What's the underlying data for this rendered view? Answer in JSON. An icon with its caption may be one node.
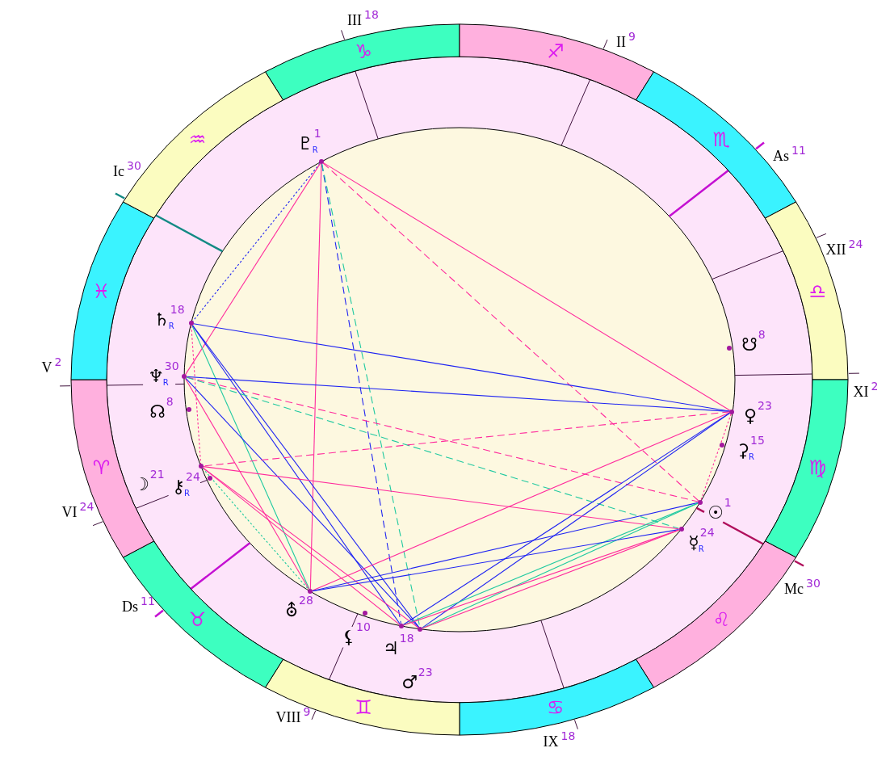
{
  "diagram": {
    "nodes": [
      {
        "text": [
          "♑"
        ]
      },
      {
        "text": [
          "♐"
        ]
      },
      {
        "text": [
          "♏"
        ]
      },
      {
        "text": [
          "♎"
        ]
      },
      {
        "text": [
          "♍"
        ]
      },
      {
        "text": [
          "♌"
        ]
      },
      {
        "text": [
          "♋"
        ]
      },
      {
        "text": [
          "♊"
        ]
      },
      {
        "text": [
          "♉"
        ]
      },
      {
        "text": [
          "♈"
        ]
      },
      {
        "text": [
          "♓"
        ]
      },
      {
        "text": [
          "♒"
        ]
      },
      {
        "text": [],
        "shape": "circle",
        "beside": [
          "♇",
          "1",
          "R"
        ]
      },
      {
        "text": [],
        "shape": "circle",
        "beside": [
          "♄",
          "18",
          "R"
        ]
      },
      {
        "text": [],
        "shape": "circle",
        "beside": [
          "☋",
          "8"
        ]
      },
      {
        "text": [],
        "shape": "circle",
        "beside": [
          "♆",
          "30",
          "R"
        ]
      },
      {
        "text": [],
        "shape": "circle",
        "beside": [
          "☊",
          "8"
        ]
      },
      {
        "text": [],
        "shape": "circle",
        "beside": [
          "♀",
          "23"
        ]
      },
      {
        "text": [],
        "shape": "circle",
        "beside": [
          "⚳",
          "15",
          "R"
        ]
      },
      {
        "text": [],
        "shape": "circle",
        "beside": [
          "☽",
          "21"
        ]
      },
      {
        "text": [],
        "shape": "circle",
        "beside": [
          "⚷",
          "24",
          "R"
        ]
      },
      {
        "text": [],
        "shape": "circle",
        "beside": [
          "☉",
          "1"
        ]
      },
      {
        "text": [],
        "shape": "circle",
        "beside": [
          "☿",
          "24",
          "R"
        ]
      },
      {
        "text": [],
        "shape": "circle",
        "beside": [
          "⛢",
          "28"
        ]
      },
      {
        "text": [],
        "shape": "circle",
        "beside": [
          "⚸",
          "10"
        ]
      },
      {
        "text": [],
        "shape": "circle",
        "beside": [
          "♃",
          "18"
        ]
      },
      {
        "text": [],
        "shape": "circle",
        "beside": [
          "♂",
          "23"
        ]
      }
    ],
    "edges": [
      {
        "from": 12,
        "to": 13,
        "arrow": "none",
        "style": "dashed",
        "color": "#1f24f2"
      },
      {
        "from": 12,
        "to": 15,
        "arrow": "none"
      },
      {
        "from": 12,
        "to": 17,
        "arrow": "none"
      },
      {
        "from": 12,
        "to": 21,
        "arrow": "none",
        "style": "dashed"
      },
      {
        "from": 12,
        "to": 23,
        "arrow": "none"
      },
      {
        "from": 12,
        "to": 25,
        "arrow": "none",
        "style": "dashed",
        "color": "#1f24f2"
      },
      {
        "from": 12,
        "to": 26,
        "arrow": "none",
        "style": "dashed",
        "color": "#1fc9a0"
      },
      {
        "from": 13,
        "to": 17,
        "arrow": "none",
        "color": "#1f24f2"
      },
      {
        "from": 13,
        "to": 19,
        "arrow": "none",
        "style": "dashed"
      },
      {
        "from": 13,
        "to": 23,
        "arrow": "none",
        "color": "#1fc9a0"
      },
      {
        "from": 13,
        "to": 25,
        "arrow": "none",
        "color": "#1f24f2"
      },
      {
        "from": 13,
        "to": 26,
        "arrow": "none",
        "color": "#1f24f2"
      },
      {
        "from": 15,
        "to": 17,
        "arrow": "none",
        "color": "#1f24f2"
      },
      {
        "from": 15,
        "to": 21,
        "arrow": "none",
        "style": "dashed"
      },
      {
        "from": 15,
        "to": 22,
        "arrow": "none",
        "style": "dashed",
        "color": "#1fc9a0"
      },
      {
        "from": 15,
        "to": 23,
        "arrow": "none"
      },
      {
        "from": 15,
        "to": 26,
        "arrow": "none",
        "color": "#1f24f2"
      },
      {
        "from": 17,
        "to": 19,
        "arrow": "none",
        "style": "dashed"
      },
      {
        "from": 17,
        "to": 21,
        "arrow": "none",
        "style": "dashed"
      },
      {
        "from": 17,
        "to": 23,
        "arrow": "none"
      },
      {
        "from": 17,
        "to": 25,
        "arrow": "none",
        "color": "#1f24f2"
      },
      {
        "from": 17,
        "to": 26,
        "arrow": "none",
        "color": "#1f24f2"
      },
      {
        "from": 19,
        "to": 22,
        "arrow": "none"
      },
      {
        "from": 19,
        "to": 23,
        "arrow": "none",
        "style": "dashed",
        "color": "#1fc9a0"
      },
      {
        "from": 19,
        "to": 25,
        "arrow": "none"
      },
      {
        "from": 19,
        "to": 26,
        "arrow": "none"
      },
      {
        "from": 21,
        "to": 23,
        "arrow": "none",
        "color": "#1f24f2"
      },
      {
        "from": 21,
        "to": 25,
        "arrow": "none",
        "color": "#1fc9a0"
      },
      {
        "from": 21,
        "to": 26,
        "arrow": "none",
        "color": "#1fc9a0"
      },
      {
        "from": 22,
        "to": 23,
        "arrow": "none",
        "color": "#1f24f2"
      },
      {
        "from": 22,
        "to": 25,
        "arrow": "none"
      },
      {
        "from": 22,
        "to": 26,
        "arrow": "none"
      }
    ],
    "labels": [
      "III",
      "18",
      "II",
      "9",
      "As",
      "11",
      "Ic",
      "30",
      "XII",
      "24",
      "V",
      "2",
      "XI",
      "2",
      "VI",
      "24",
      "Mc",
      "30",
      "Ds",
      "11",
      "VIII",
      "9",
      "IX",
      "18"
    ]
  }
}
